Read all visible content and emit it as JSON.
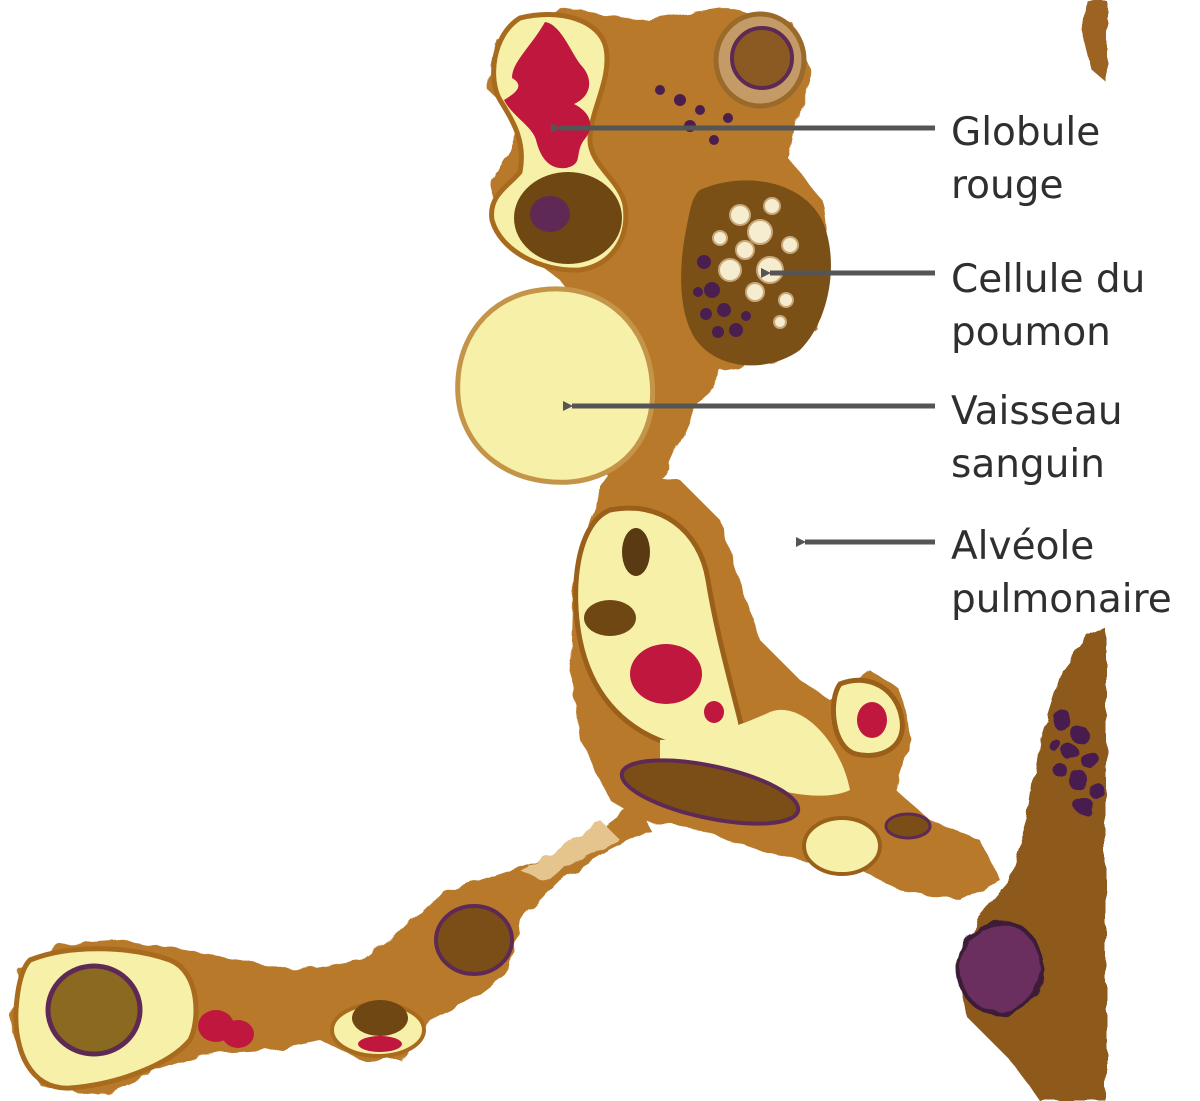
{
  "labels": {
    "globule_rouge": {
      "line1": "Globule",
      "line2": "rouge"
    },
    "cellule_poumon": {
      "line1": "Cellule du",
      "line2": "poumon"
    },
    "vaisseau_sanguin": {
      "line1": "Vaisseau",
      "line2": "sanguin"
    },
    "alveole_pulmonaire": {
      "line1": "Alvéole",
      "line2": "pulmonaire"
    }
  },
  "colors": {
    "tissue": "#b97a2c",
    "tissue_dark": "#6b4712",
    "tissue_light": "#d9a860",
    "vessel_lumen": "#f7f0a8",
    "red_blood_cell": "#c0173e",
    "nucleus": "#5e2a55",
    "granule": "#4a1f4f",
    "arrow": "#555555",
    "text": "#2f2f2f",
    "background": "#ffffff"
  }
}
